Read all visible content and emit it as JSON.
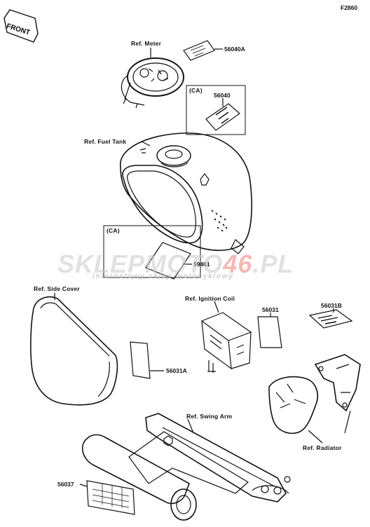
{
  "figure_code": "F2860",
  "front_label": "FRONT",
  "labels": {
    "meter": "Ref. Meter",
    "fuel_tank": "Ref. Fuel Tank",
    "side_cover": "Ref. Side Cover",
    "ignition_coil": "Ref. Ignition Coil",
    "swing_arm": "Ref. Swing Arm",
    "radiator": "Ref. Radiator",
    "ca_box_1": "(CA)",
    "ca_box_2": "(CA)"
  },
  "part_numbers": {
    "p56040A": "56040A",
    "p56040": "56040",
    "p59461": "59461",
    "p56031": "56031",
    "p56031A": "56031A",
    "p56031B": "56031B",
    "p56037": "56037"
  },
  "watermark": {
    "brand_a": "SKLEP",
    "brand_b": "MOTO",
    "brand_c": "46",
    "brand_d": ".PL",
    "tagline": "internetowy sklep motocyklowy"
  }
}
